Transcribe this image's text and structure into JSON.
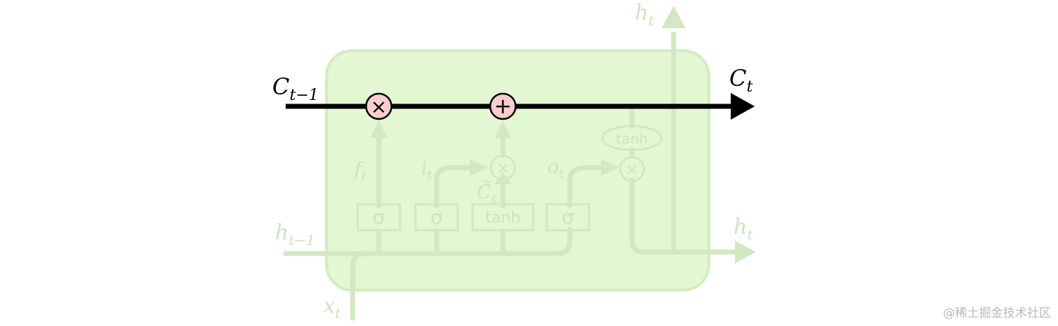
{
  "colors": {
    "cell_fill": "#e2f7d2",
    "cell_stroke": "#d2ecbf",
    "faded_line": "#d3e8c2",
    "faded_text": "#cfe3bd",
    "cell_state_line": "#000000",
    "pointwise_op_fill": "#f7cdcd",
    "watermark": "#b9b9b9"
  },
  "labels": {
    "c_prev_main": "C",
    "c_prev_sub": "t−1",
    "c_next_main": "C",
    "c_next_sub": "t",
    "h_top_main": "h",
    "h_top_sub": "t",
    "h_right_main": "h",
    "h_right_sub": "t",
    "h_prev_main": "h",
    "h_prev_sub": "t−1",
    "x_main": "x",
    "x_sub": "t",
    "f_main": "f",
    "f_sub": "t",
    "i_main": "i",
    "i_sub": "t",
    "o_main": "o",
    "o_sub": "t",
    "c_tilde_main": "C",
    "c_tilde_accent": "~",
    "c_tilde_sub": "t"
  },
  "ops": {
    "multiply_symbol": "×",
    "plus_symbol": "+",
    "faded_multiply_symbol": "×"
  },
  "gates": {
    "sigma_label": "σ",
    "tanh_label": "tanh"
  },
  "watermark_text": "@稀土掘金技术社区"
}
